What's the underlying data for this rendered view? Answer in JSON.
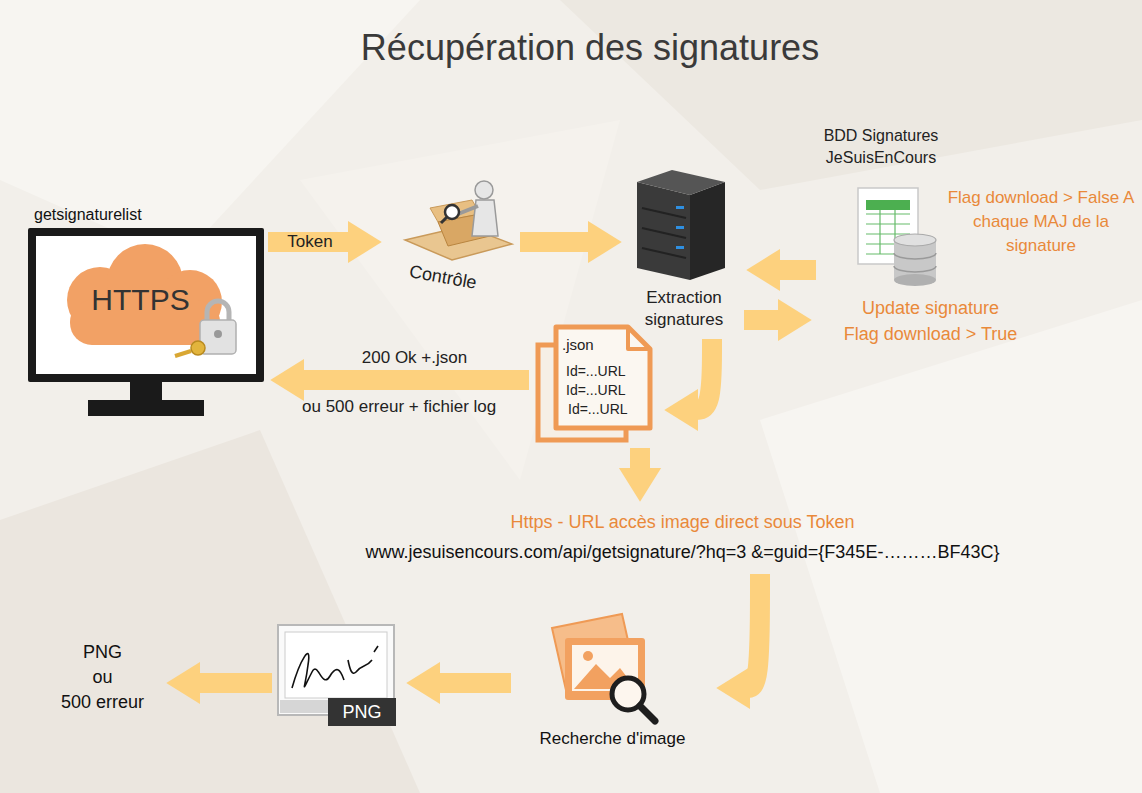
{
  "diagram": {
    "title": "Récupération des signatures",
    "nodes": [
      {
        "text": [
          "getsignaturelist",
          "HTTPS"
        ]
      },
      {
        "text": [
          "Contrôle"
        ]
      },
      {
        "text": [
          "Extraction signatures"
        ]
      },
      {
        "text": [
          "BDD Signatures JeSuisEnCours"
        ]
      },
      {
        "text": [
          "Update signature",
          "Flag download > True"
        ]
      },
      {
        "text": [
          ".json",
          "Id=...URL",
          "Id=...URL",
          "Id=...URL"
        ]
      },
      {
        "text": [
          "Https - URL accès image direct sous Token",
          "www.jesuisencours.com/api/getsignature/?hq=3 &=guid={F345E-………BF43C}"
        ]
      },
      {
        "text": [
          "Recherche d'image"
        ]
      },
      {
        "text": [
          "PNG"
        ]
      },
      {
        "text": [
          "PNG",
          "ou",
          "500 erreur"
        ]
      }
    ],
    "edges": [
      {
        "from": 0,
        "to": 1,
        "label": "Token",
        "arrow": "to"
      },
      {
        "from": 1,
        "to": 2,
        "arrow": "to"
      },
      {
        "from": 3,
        "to": 2,
        "arrow": "to"
      },
      {
        "from": 2,
        "to": 4,
        "arrow": "to"
      },
      {
        "from": 2,
        "to": 5,
        "arrow": "to"
      },
      {
        "from": 5,
        "to": 0,
        "label": "200 Ok +.json",
        "arrow": "to"
      },
      {
        "from": 5,
        "to": 6,
        "arrow": "to"
      },
      {
        "from": 6,
        "to": 7,
        "arrow": "to"
      },
      {
        "from": 7,
        "to": 8,
        "arrow": "to"
      },
      {
        "from": 8,
        "to": 9,
        "arrow": "to"
      }
    ],
    "labels": [
      "Flag download > False A chaque MAJ de la signature",
      "ou 500 erreur + fichier log"
    ]
  }
}
